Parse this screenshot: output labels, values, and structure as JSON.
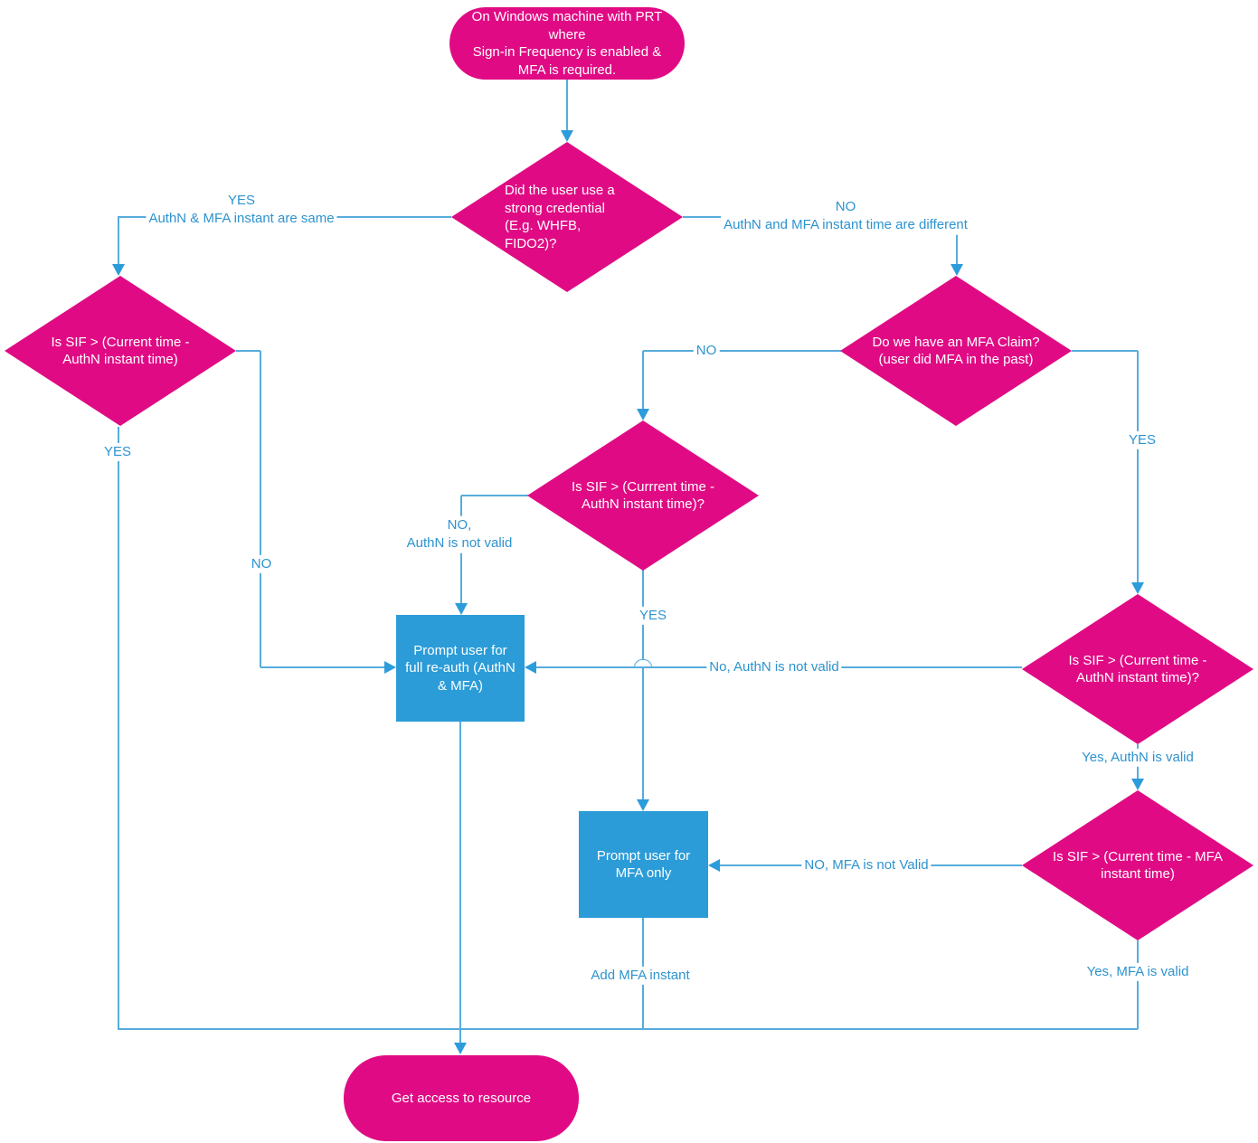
{
  "colors": {
    "pink": "#E00B84",
    "blue": "#2B9CD8",
    "line": "#56ACDC",
    "arrow": "#2D9CDB",
    "label": "#2D93CF"
  },
  "nodes": {
    "start": {
      "text": "On Windows machine with PRT\nwhere\nSign-in Frequency is enabled &\nMFA is required."
    },
    "strong_credential": {
      "text": "Did the user use a\nstrong credential\n(E.g. WHFB,\nFIDO2)?"
    },
    "sif_left": {
      "text": "Is SIF > (Current time -\nAuthN instant time)"
    },
    "mfa_claim": {
      "text": "Do we have an MFA Claim?\n(user did MFA in the past)"
    },
    "sif_mid": {
      "text": "Is SIF > (Currrent time -\nAuthN instant time)?"
    },
    "sif_authn": {
      "text": "Is SIF > (Current time -\nAuthN instant time)?"
    },
    "sif_mfa": {
      "text": "Is SIF > (Current time - MFA\ninstant time)"
    },
    "full_reauth": {
      "text": "Prompt user for\nfull re-auth (AuthN\n& MFA)"
    },
    "mfa_only": {
      "text": "Prompt user for\nMFA only"
    },
    "get_access": {
      "text": "Get access to resource"
    }
  },
  "labels": {
    "yes_same": "YES\nAuthN & MFA instant are same",
    "no_different": "NO\nAuthN and MFA instant time are different",
    "left_yes": "YES",
    "left_no": "NO",
    "claim_no": "NO",
    "claim_yes": "YES",
    "mid_no": "NO,\nAuthN is not valid",
    "mid_yes": "YES",
    "authn_not_valid": "No, AuthN is not valid",
    "authn_valid": "Yes, AuthN is valid",
    "mfa_not_valid": "NO, MFA is not Valid",
    "mfa_valid": "Yes, MFA is valid",
    "add_mfa": "Add MFA instant"
  }
}
